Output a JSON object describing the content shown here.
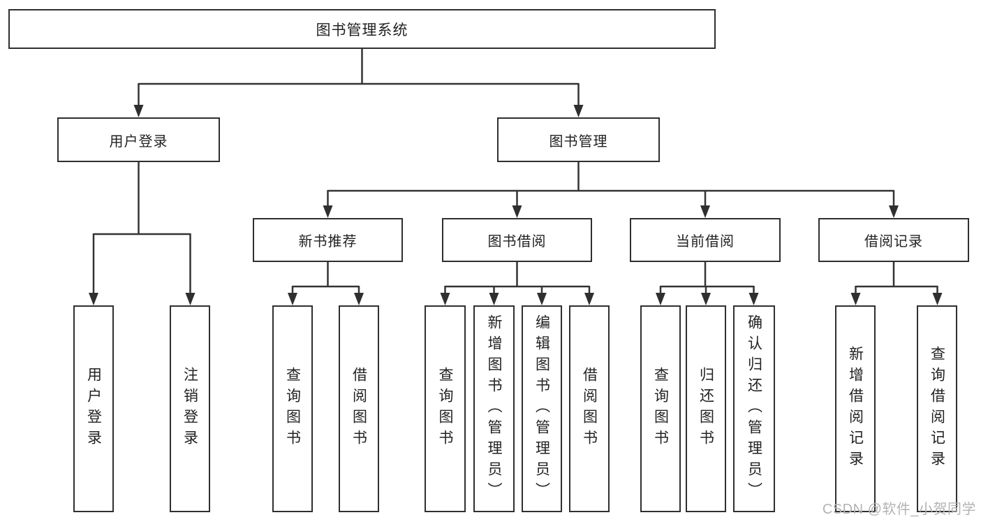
{
  "tree": {
    "root_label": "图书管理系统",
    "children": [
      {
        "label": "用户登录",
        "leaves": [
          "用户登录",
          "注销登录"
        ]
      },
      {
        "label": "图书管理",
        "children": [
          {
            "label": "新书推荐",
            "leaves": [
              "查询图书",
              "借阅图书"
            ]
          },
          {
            "label": "图书借阅",
            "leaves": [
              "查询图书",
              "新增图书（管理员）",
              "编辑图书（管理员）",
              "借阅图书"
            ]
          },
          {
            "label": "当前借阅",
            "leaves": [
              "查询图书",
              "归还图书",
              "确认归还（管理员）"
            ]
          },
          {
            "label": "借阅记录",
            "leaves": [
              "新增借阅记录",
              "查询借阅记录"
            ]
          }
        ]
      }
    ]
  },
  "watermark": {
    "text": "CSDN @软件_小贺同学"
  },
  "colors": {
    "line": "#333333",
    "box_border": "#2f2f2f",
    "text": "#222222",
    "watermark": "#b3b3b3",
    "background": "#ffffff"
  }
}
